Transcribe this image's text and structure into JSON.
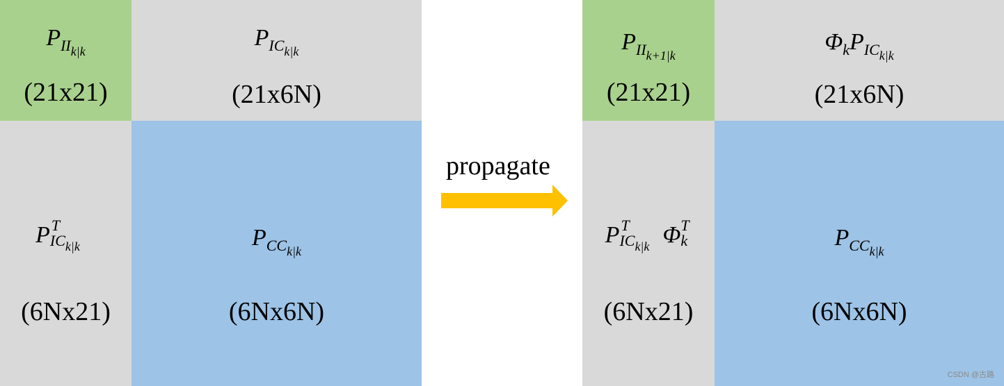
{
  "left_matrix": {
    "top_left": {
      "formula": "P_{II_{k|k}}",
      "size": "(21x21)"
    },
    "top_right": {
      "formula": "P_{IC_{k|k}}",
      "size": "(21x6N)"
    },
    "bottom_left": {
      "formula": "P^T_{IC_{k|k}}",
      "size": "(6Nx21)"
    },
    "bottom_right": {
      "formula": "P_{CC_{k|k}}",
      "size": "(6Nx6N)"
    }
  },
  "arrow": {
    "label": "propagate",
    "color": "#ffc000"
  },
  "right_matrix": {
    "top_left": {
      "formula": "P_{II_{k+1|k}}",
      "size": "(21x21)"
    },
    "top_right": {
      "formula": "Φ_k P_{IC_{k|k}}",
      "size": "(21x6N)"
    },
    "bottom_left": {
      "formula": "P^T_{IC_{k|k}} Φ^T_k",
      "size": "(6Nx21)"
    },
    "bottom_right": {
      "formula": "P_{CC_{k|k}}",
      "size": "(6Nx6N)"
    }
  },
  "watermark": "CSDN @古路",
  "colors": {
    "green": "#a9d18e",
    "gray": "#d9d9d9",
    "blue": "#9dc3e6"
  }
}
